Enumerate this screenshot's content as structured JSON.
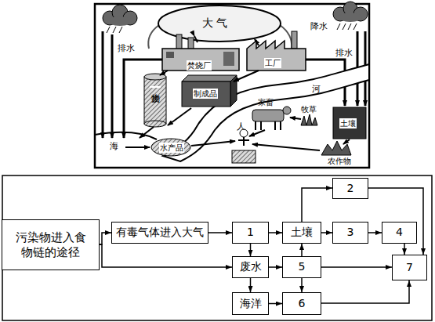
{
  "diagram": {
    "nodes": [
      {
        "text": [
          "污染物进入食物链的途径"
        ]
      },
      {
        "text": [
          "有毒气体进入大气"
        ]
      },
      {
        "text": [
          "1"
        ]
      },
      {
        "text": [
          "土壤"
        ]
      },
      {
        "text": [
          "2"
        ]
      },
      {
        "text": [
          "3"
        ]
      },
      {
        "text": [
          "4"
        ]
      },
      {
        "text": [
          "废水"
        ]
      },
      {
        "text": [
          "5"
        ]
      },
      {
        "text": [
          "7"
        ]
      },
      {
        "text": [
          "海洋"
        ]
      },
      {
        "text": [
          "6"
        ]
      }
    ],
    "edges": [
      {
        "from": 0,
        "to": 1,
        "arrow": "to"
      },
      {
        "from": 0,
        "to": 7,
        "arrow": "to"
      },
      {
        "from": 1,
        "to": 2,
        "arrow": "to"
      },
      {
        "from": 2,
        "to": 3,
        "arrow": "to"
      },
      {
        "from": 2,
        "to": 7,
        "arrow": "to"
      },
      {
        "from": 3,
        "to": 4,
        "arrow": "to"
      },
      {
        "from": 3,
        "to": 5,
        "arrow": "to"
      },
      {
        "from": 5,
        "to": 6,
        "arrow": "to"
      },
      {
        "from": 4,
        "to": 9,
        "arrow": "to"
      },
      {
        "from": 6,
        "to": 9,
        "arrow": "to"
      },
      {
        "from": 7,
        "to": 8,
        "arrow": "to"
      },
      {
        "from": 8,
        "to": 3,
        "arrow": "to"
      },
      {
        "from": 8,
        "to": 9,
        "arrow": "to"
      },
      {
        "from": 8,
        "to": 11,
        "arrow": "to"
      },
      {
        "from": 7,
        "to": 10,
        "arrow": "to"
      },
      {
        "from": 10,
        "to": 11,
        "arrow": "to"
      },
      {
        "from": 11,
        "to": 9,
        "arrow": "to"
      }
    ],
    "labels": [
      "大 气",
      "降水",
      "排水",
      "排水",
      "焚烧厂",
      "工厂",
      "河",
      "废物",
      "制成品",
      "家畜",
      "牧草",
      "土壤",
      "海",
      "水产品",
      "人",
      "农作物"
    ]
  }
}
